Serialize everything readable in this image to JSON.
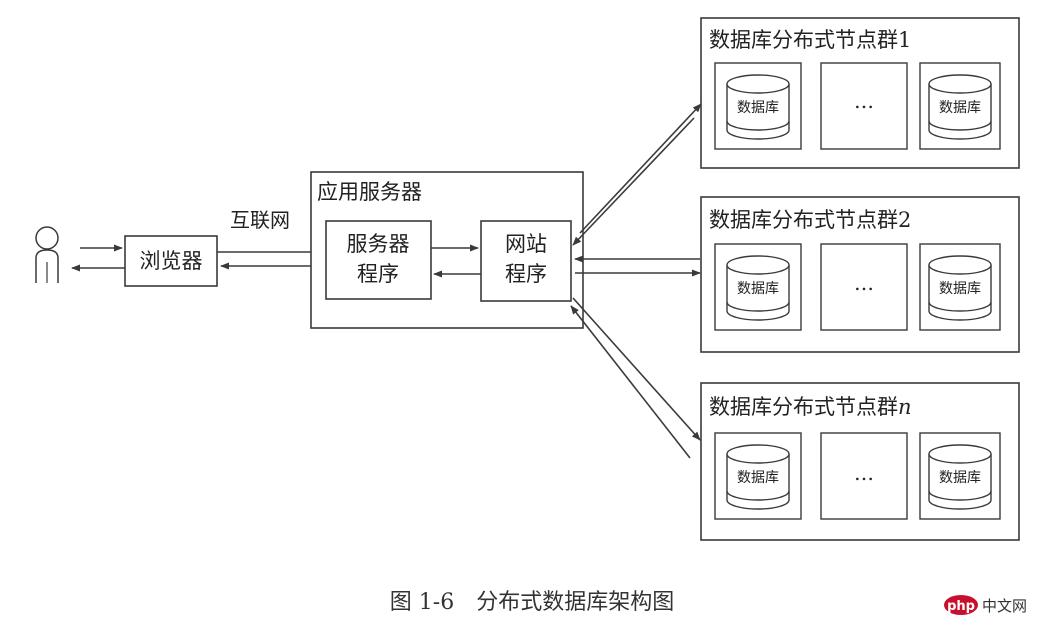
{
  "diagram": {
    "internet_label": "互联网",
    "browser_label": "浏览器",
    "app_server_title": "应用服务器",
    "server_program_line1": "服务器",
    "server_program_line2": "程序",
    "website_program_line1": "网站",
    "website_program_line2": "程序",
    "clusters": [
      {
        "title": "数据库分布式节点群1",
        "db_left": "数据库",
        "ellipsis": "…",
        "db_right": "数据库"
      },
      {
        "title": "数据库分布式节点群2",
        "db_left": "数据库",
        "ellipsis": "…",
        "db_right": "数据库"
      },
      {
        "title": "数据库分布式节点群",
        "title_suffix": "n",
        "db_left": "数据库",
        "ellipsis": "…",
        "db_right": "数据库"
      }
    ]
  },
  "caption": "图 1-6　分布式数据库架构图",
  "watermark": {
    "logo_text": "php",
    "site_text": "中文网"
  }
}
